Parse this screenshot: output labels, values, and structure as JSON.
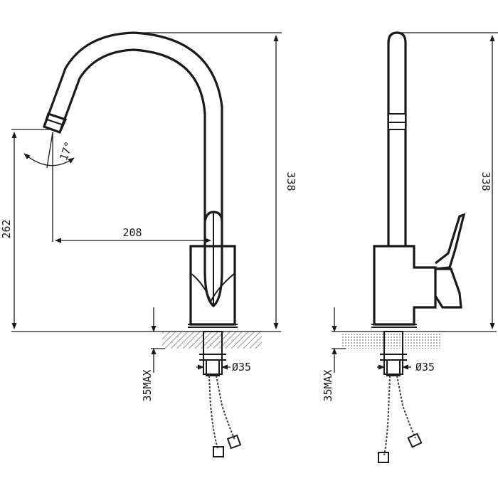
{
  "drawing": {
    "labels": {
      "left_height": "338",
      "right_height": "338",
      "spout_height": "262",
      "reach": "208",
      "swivel_angle": "17°",
      "left_diameter": "Ø35",
      "right_diameter": "Ø35",
      "left_max": "35MAX",
      "right_max": "35MAX"
    }
  }
}
